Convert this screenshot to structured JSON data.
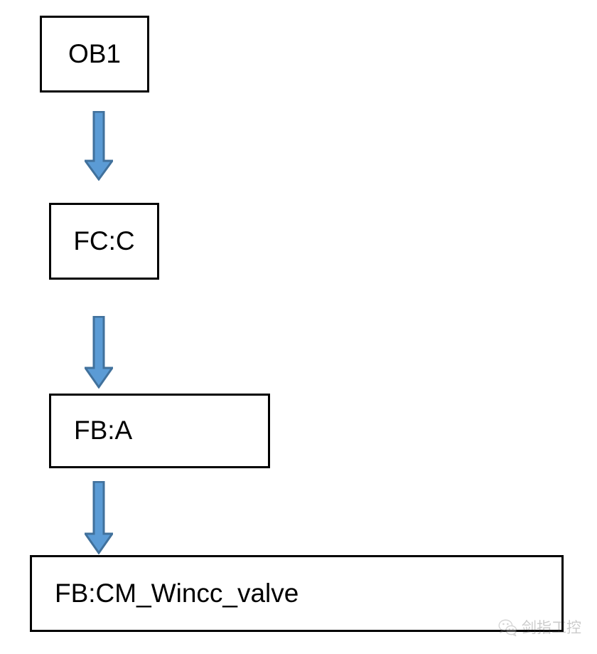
{
  "diagram": {
    "type": "flowchart",
    "orientation": "top-to-bottom",
    "background_color": "#ffffff",
    "node_border_color": "#000000",
    "node_fill_color": "#ffffff",
    "arrow_fill_color": "#5B9BD5",
    "arrow_border_color": "#41719C",
    "nodes": [
      {
        "id": "ob1",
        "label": "OB1",
        "align": "center"
      },
      {
        "id": "fcc",
        "label": "FC:C",
        "align": "center"
      },
      {
        "id": "fba",
        "label": "FB:A",
        "align": "left"
      },
      {
        "id": "fbcm",
        "label": "FB:CM_Wincc_valve",
        "align": "left"
      }
    ],
    "arrows": [
      {
        "id": "arrow-1",
        "from": "ob1",
        "to": "fcc",
        "direction": "down"
      },
      {
        "id": "arrow-2",
        "from": "fcc",
        "to": "fba",
        "direction": "down"
      },
      {
        "id": "arrow-3",
        "from": "fba",
        "to": "fbcm",
        "direction": "down"
      }
    ]
  },
  "watermark": {
    "text": "剑指工控",
    "logo": "wechat-logo"
  }
}
